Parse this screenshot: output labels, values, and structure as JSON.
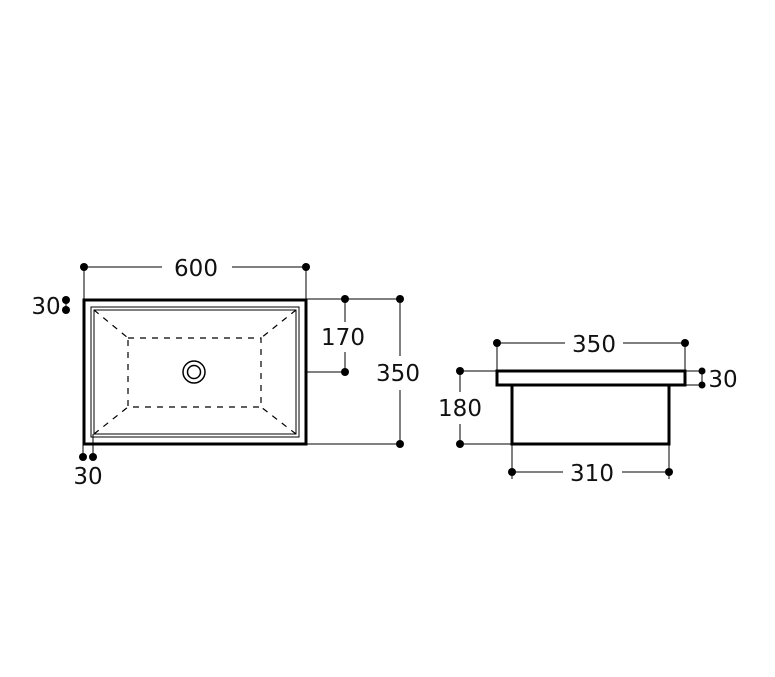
{
  "top_view": {
    "width_label": "600",
    "height_label": "350",
    "drain_offset_label": "170",
    "rim_top_label": "30",
    "rim_side_label": "30"
  },
  "side_view": {
    "top_width_label": "350",
    "bottom_width_label": "310",
    "height_label": "180",
    "rim_thickness_label": "30"
  }
}
